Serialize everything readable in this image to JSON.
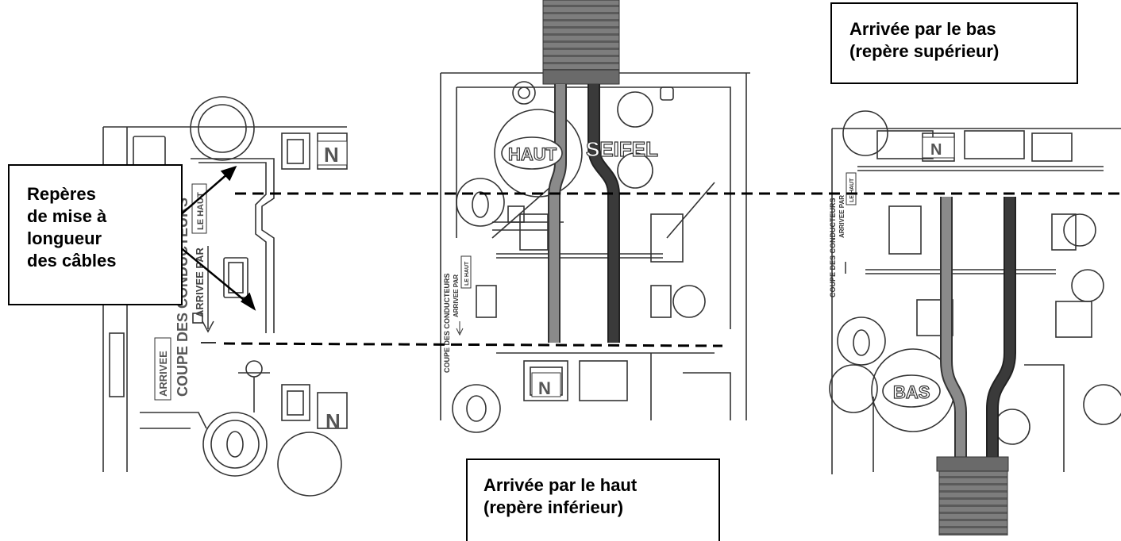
{
  "callouts": {
    "left": {
      "lines": [
        "Repères",
        "de mise à",
        "longueur",
        "des câbles"
      ]
    },
    "bottom": {
      "lines": [
        "Arrivée par le haut",
        "(repère inférieur)"
      ]
    },
    "top": {
      "lines": [
        "Arrivée par le bas",
        "(repère supérieur)"
      ]
    }
  },
  "panel_left": {
    "labels": {
      "n1": "N",
      "n2": "N",
      "le_haut": "LE HAUT",
      "arrivee_par": "ARRIVEE PAR",
      "coupe": "COUPE DES CONDUCTEURS",
      "arrivee": "ARRIVEE"
    }
  },
  "panel_center": {
    "labels": {
      "haut": "HAUT",
      "brand": "SEIFEL",
      "n": "N",
      "coupe": "COUPE DES CONDUCTEURS",
      "arrivee_par": "ARRIVEE PAR",
      "le_haut": "LE HAUT"
    }
  },
  "panel_right": {
    "labels": {
      "n": "N",
      "bas": "BAS",
      "coupe": "COUPE DES CONDUCTEURS",
      "arrivee_par": "ARRIVEE PAR",
      "le_haut": "LE HAUT"
    }
  },
  "colors": {
    "cable_grey": "#8a8a8a",
    "cable_black": "#3a3a3a",
    "conduit": "#7d7d7d",
    "line": "#000000"
  }
}
